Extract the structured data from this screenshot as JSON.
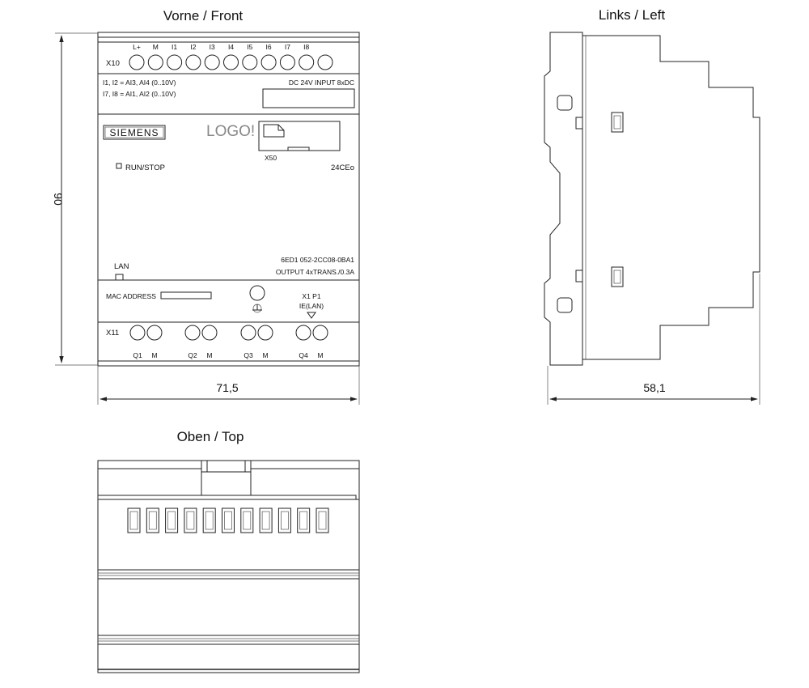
{
  "views": {
    "front": {
      "title": "Vorne / Front"
    },
    "left": {
      "title": "Links / Left"
    },
    "top": {
      "title": "Oben / Top"
    }
  },
  "dimensions": {
    "height": "90",
    "front_width": "71,5",
    "side_depth": "58,1"
  },
  "front": {
    "input_connector": "X10",
    "input_terminals": [
      "L+",
      "M",
      "I1",
      "I2",
      "I3",
      "I4",
      "I5",
      "I6",
      "I7",
      "I8"
    ],
    "analog_note_1": "I1, I2 = AI3, AI4 (0..10V)",
    "analog_note_2": "I7, I8 = AI1, AI2 (0..10V)",
    "input_spec": "DC 24V  INPUT 8xDC",
    "brand": "SIEMENS",
    "product": "LOGO!",
    "card_slot": "X50",
    "run_stop": "RUN/STOP",
    "variant": "24CEo",
    "lan_led": "LAN",
    "order_number": "6ED1 052-2CC08-0BA1",
    "output_spec": "OUTPUT 4xTRANS./0.3A",
    "mac_address": "MAC ADDRESS",
    "ethernet_port": "X1 P1",
    "ethernet_type": "IE(LAN)",
    "output_connector": "X11",
    "output_terminals": [
      "Q1",
      "M",
      "Q2",
      "M",
      "Q3",
      "M",
      "Q4",
      "M"
    ]
  }
}
